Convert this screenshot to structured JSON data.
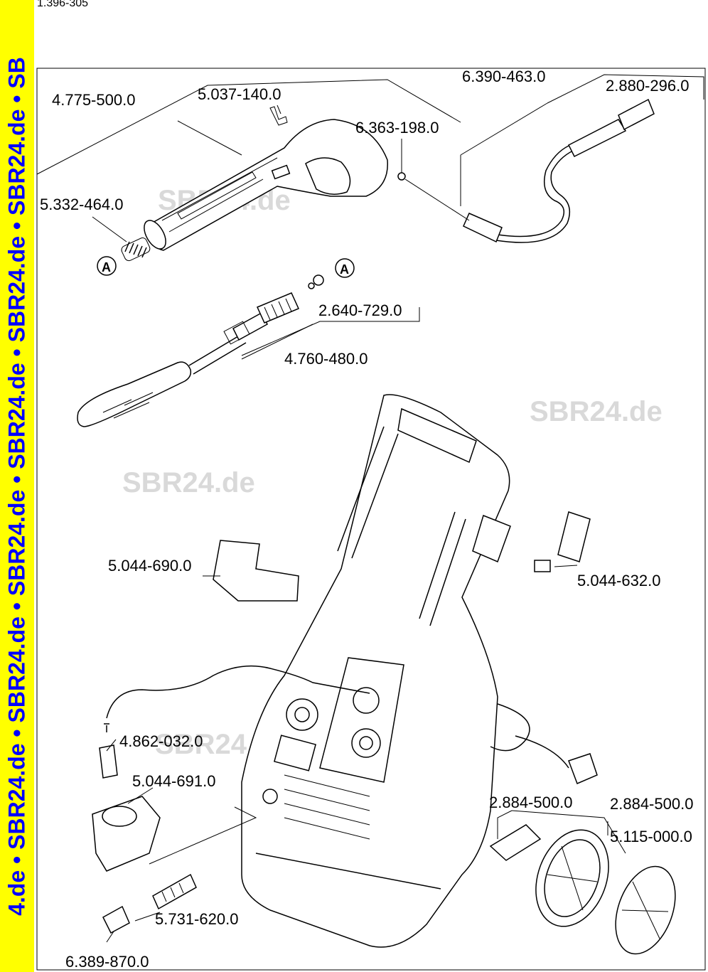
{
  "document_id": "1.396-305",
  "sidebar_text": "4.de • SBR24.de • SBR24.de • SBR24.de • SBR24.de • SBR24.de • SBR24.de • SB",
  "watermark": "SBR24.de",
  "callout_letter": "A",
  "parts": {
    "p4775500": "4.775-500.0",
    "p5037140": "5.037-140.0",
    "p6390463": "6.390-463.0",
    "p2880296": "2.880-296.0",
    "p6363198": "6.363-198.0",
    "p5332464": "5.332-464.0",
    "p2640729": "2.640-729.0",
    "p4760480": "4.760-480.0",
    "p5044690": "5.044-690.0",
    "p5044632": "5.044-632.0",
    "p4862032": "4.862-032.0",
    "p5044691": "5.044-691.0",
    "p2884500a": "2.884-500.0",
    "p2884500b": "2.884-500.0",
    "p5115000": "5.115-000.0",
    "p5731620": "5.731-620.0",
    "p6389870": "6.389-870.0"
  }
}
